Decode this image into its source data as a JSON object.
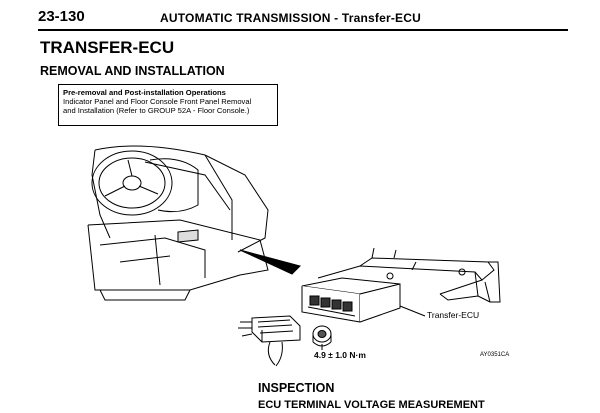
{
  "header": {
    "page_number": "23-130",
    "chapter": "AUTOMATIC TRANSMISSION - Transfer-ECU"
  },
  "section_title": "TRANSFER-ECU",
  "subsection_title": "REMOVAL AND INSTALLATION",
  "operations_box": {
    "title": "Pre-removal and Post-installation Operations",
    "line1": "Indicator Panel and Floor Console Front Panel Removal",
    "line2": "and Installation (Refer to GROUP 52A - Floor Console.)"
  },
  "illustration": {
    "label_ecu": "Transfer-ECU",
    "label_torque": "4.9 ± 1.0 N·m",
    "figure_code": "AY0351CA"
  },
  "inspection": {
    "title": "INSPECTION",
    "subtitle": "ECU TERMINAL VOLTAGE MEASUREMENT"
  }
}
